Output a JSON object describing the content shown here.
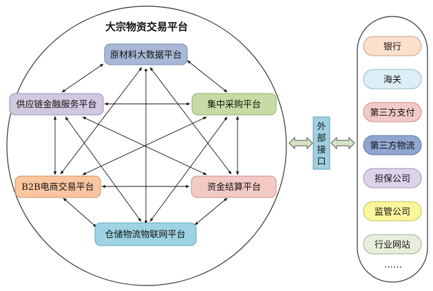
{
  "title": "大宗物资交易平台",
  "nodes": [
    {
      "id": "raw",
      "label": "原材料大数据平台",
      "fill": "#a8b8d6",
      "stroke": "#7185ad"
    },
    {
      "id": "central",
      "label": "集中采购平台",
      "fill": "#c6dca4",
      "stroke": "#93ad6a"
    },
    {
      "id": "settle",
      "label": "资金结算平台",
      "fill": "#f3c9c5",
      "stroke": "#c98d87"
    },
    {
      "id": "storage",
      "label": "仓储物流物联网平台",
      "fill": "#9ed3e3",
      "stroke": "#5ea7bd"
    },
    {
      "id": "b2b",
      "label": "B2B电商交易平台",
      "fill": "#f9c6a0",
      "stroke": "#cf915f"
    },
    {
      "id": "supply",
      "label": "供应链金融服务平台",
      "fill": "#d2c8df",
      "stroke": "#9d8fb4"
    }
  ],
  "interface_label": "外部接口",
  "external_items": [
    {
      "label": "银行",
      "fill": "#fbe0cd",
      "stroke": "#c9a184"
    },
    {
      "label": "海关",
      "fill": "#dceef6",
      "stroke": "#92b7c9"
    },
    {
      "label": "第三方支付",
      "fill": "#f3c9c5",
      "stroke": "#c98d87"
    },
    {
      "label": "第三方物流",
      "fill": "#8fa6d0",
      "stroke": "#5e76a5"
    },
    {
      "label": "担保公司",
      "fill": "#ddd3ea",
      "stroke": "#a192ba"
    },
    {
      "label": "监管公司",
      "fill": "#fbf59c",
      "stroke": "#c7bf55"
    },
    {
      "label": "行业网站",
      "fill": "#e8eedc",
      "stroke": "#a3ad8d"
    }
  ],
  "ellipsis": "……"
}
